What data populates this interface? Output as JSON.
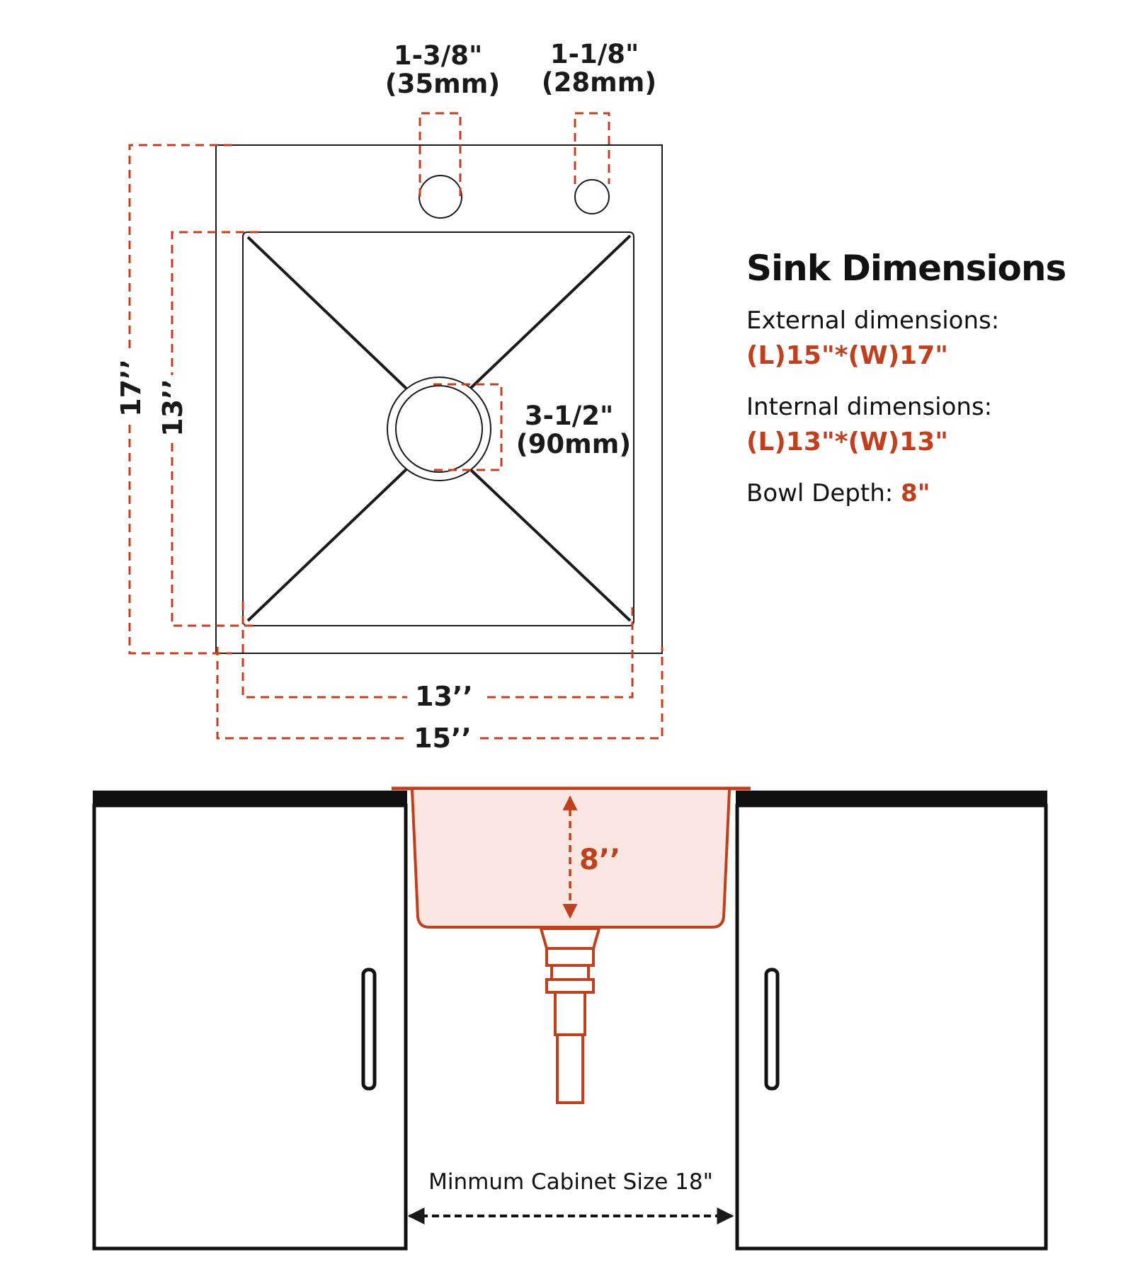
{
  "top_view": {
    "hole_left_label": [
      "1-3/8\"",
      "(35mm)"
    ],
    "hole_right_label": [
      "1-1/8\"",
      "(28mm)"
    ],
    "drain_label": [
      "3-1/2\"",
      "(90mm)"
    ],
    "outer_height": "17’’",
    "inner_height": "13’’",
    "inner_width": "13’’",
    "outer_width": "15’’"
  },
  "spec_panel": {
    "title": "Sink Dimensions",
    "external_label": "External dimensions:",
    "external_value": "(L)15\"*(W)17\"",
    "internal_label": "Internal dimensions:",
    "internal_value": "(L)13\"*(W)13\"",
    "depth_label": "Bowl Depth:",
    "depth_value": "8\""
  },
  "side_view": {
    "depth_label": "8’’",
    "cabinet_label": "Minmum Cabinet Size 18\""
  },
  "colors": {
    "accent": "#c0401e",
    "line": "#1a1a1a",
    "bowl_fill": "#f9e6e1"
  }
}
